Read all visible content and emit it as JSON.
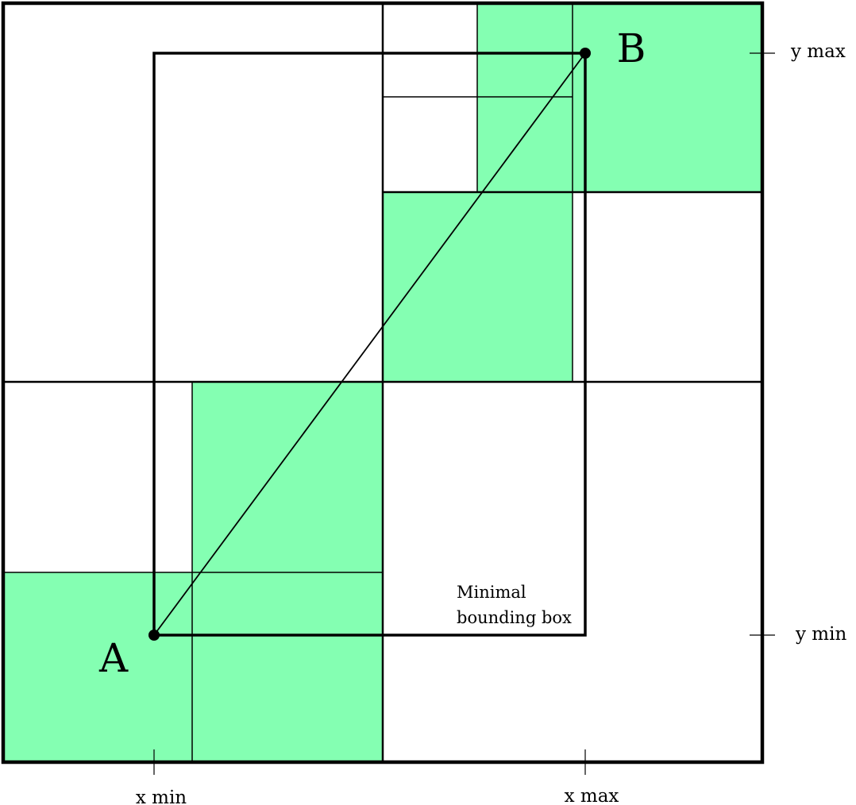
{
  "labels": {
    "point_a": "A",
    "point_b": "B",
    "bbox_line1": "Minimal",
    "bbox_line2": "bounding box",
    "x_min": "x min",
    "x_max": "x max",
    "y_max": "y max",
    "y_min": "y min"
  },
  "colors": {
    "highlight": "#84ffb2",
    "stroke": "#000000"
  }
}
